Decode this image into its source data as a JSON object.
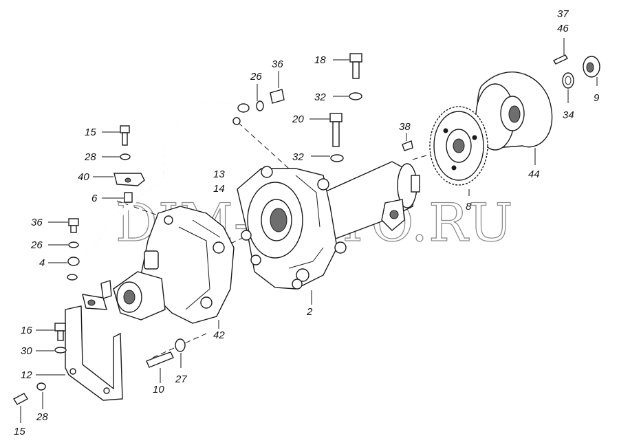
{
  "watermark": "DIM-AUTO.RU",
  "callouts": {
    "c37": "37",
    "c46": "46",
    "c9": "9",
    "c34": "34",
    "c44": "44",
    "c18": "18",
    "c32a": "32",
    "c20": "20",
    "c32b": "32",
    "c38": "38",
    "c8": "8",
    "c36a": "36",
    "c26a": "26",
    "c13": "13",
    "c14": "14",
    "c15a": "15",
    "c28a": "28",
    "c40": "40",
    "c6": "6",
    "c36b": "36",
    "c26b": "26",
    "c4": "4",
    "c2": "2",
    "c42": "42",
    "c16": "16",
    "c30": "30",
    "c12": "12",
    "c10": "10",
    "c27": "27",
    "c15b": "15",
    "c28b": "28"
  }
}
